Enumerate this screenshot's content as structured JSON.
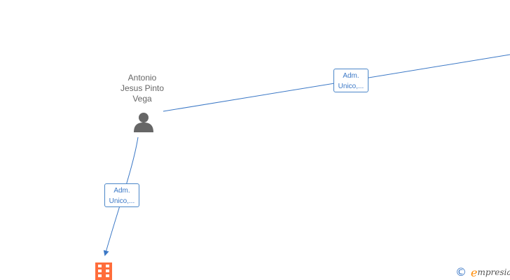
{
  "person": {
    "name_lines": [
      "Antonio",
      "Jesus Pinto",
      "Vega"
    ],
    "icon": "person-icon"
  },
  "edges": [
    {
      "label_line1": "Adm.",
      "label_line2": "Unico,..."
    },
    {
      "label_line1": "Adm.",
      "label_line2": "Unico,..."
    }
  ],
  "company": {
    "icon": "building-icon"
  },
  "brand": {
    "copyright": "©",
    "initial": "e",
    "rest": "mpresia"
  },
  "colors": {
    "edge": "#3b78c6",
    "person_icon": "#666666",
    "company_icon": "#ff6d3b",
    "brand_initial": "#ff8a00"
  }
}
